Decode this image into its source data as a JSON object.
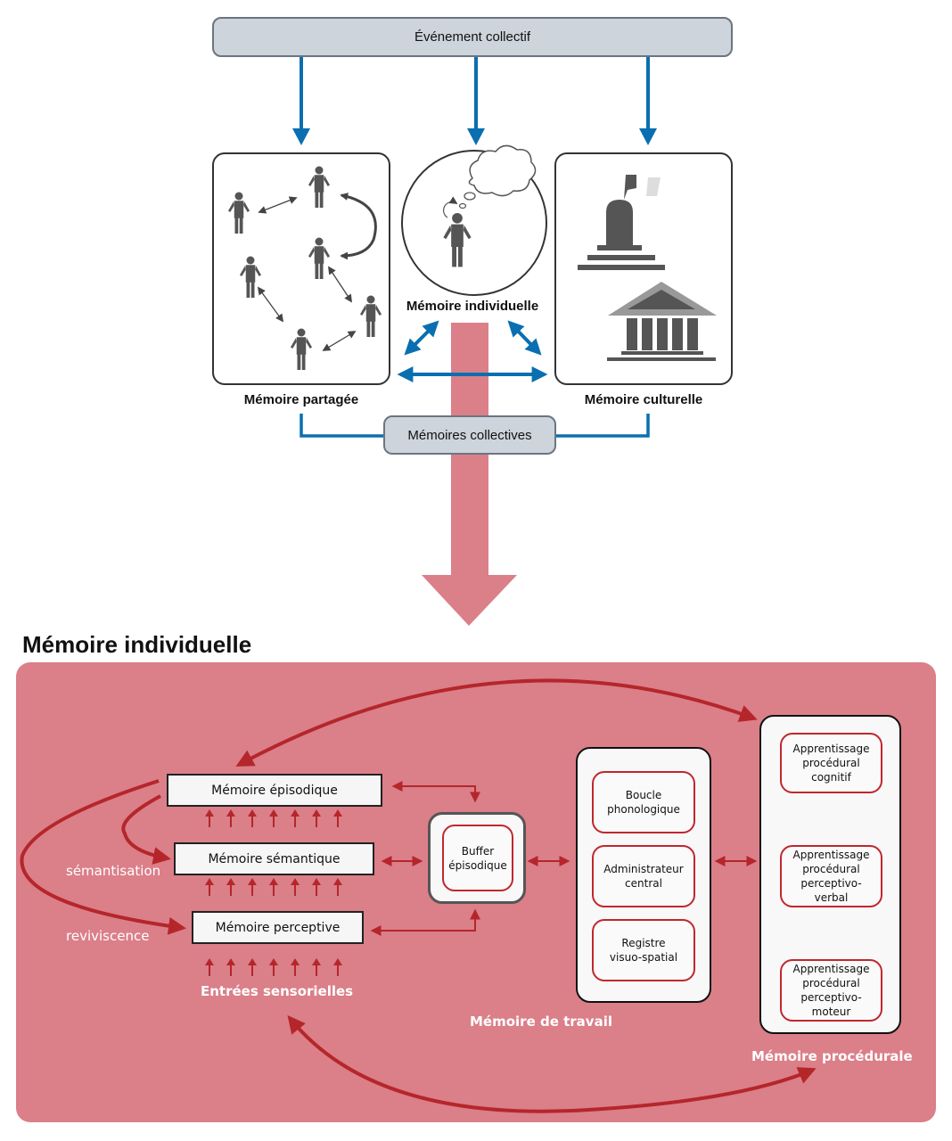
{
  "top": {
    "event_label": "Événement collectif",
    "shared_memory_label": "Mémoire partagée",
    "individual_memory_label": "Mémoire individuelle",
    "cultural_memory_label": "Mémoire culturelle",
    "collective_memories_label": "Mémoires collectives"
  },
  "bottom": {
    "section_title": "Mémoire individuelle",
    "episodic": "Mémoire épisodique",
    "semantic": "Mémoire sémantique",
    "perceptive": "Mémoire perceptive",
    "semantisation": "sémantisation",
    "reviviscence": "reviviscence",
    "sensory_inputs": "Entrées sensorielles",
    "buffer_line1": "Buffer",
    "buffer_line2": "épisodique",
    "working_memory": {
      "label": "Mémoire de travail",
      "components": [
        {
          "line1": "Boucle",
          "line2": "phonologique"
        },
        {
          "line1": "Administrateur",
          "line2": "central"
        },
        {
          "line1": "Registre",
          "line2": "visuo-spatial"
        }
      ]
    },
    "procedural_memory": {
      "label": "Mémoire procédurale",
      "components": [
        {
          "lines": [
            "Apprentissage",
            "procédural",
            "cognitif"
          ]
        },
        {
          "lines": [
            "Apprentissage",
            "procédural",
            "perceptivo-",
            "verbal"
          ]
        },
        {
          "lines": [
            "Apprentissage",
            "procédural",
            "perceptivo-",
            "moteur"
          ]
        }
      ]
    }
  },
  "colors": {
    "blue_arrow": "#0a6fb0",
    "pink_panel": "#db7f89",
    "dark_red": "#b5262b",
    "figure_gray": "#555555",
    "event_box": "#ced4db"
  }
}
